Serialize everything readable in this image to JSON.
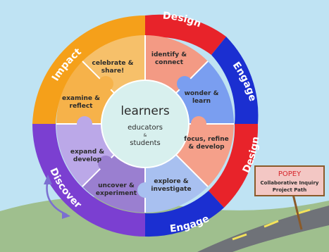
{
  "center": {
    "title": "learners",
    "line1": "educators",
    "amp": "&",
    "line2": "students"
  },
  "ring_labels": [
    {
      "id": "design_top",
      "text": "Design",
      "color": "#e8232a"
    },
    {
      "id": "engage_right",
      "text": "Engage",
      "color": "#1b2fd1"
    },
    {
      "id": "design_right",
      "text": "Design",
      "color": "#e8232a"
    },
    {
      "id": "engage_bottom",
      "text": "Engage",
      "color": "#1b2fd1"
    },
    {
      "id": "discover",
      "text": "Discover",
      "color": "#7b3fd1"
    },
    {
      "id": "impact",
      "text": "Impact",
      "color": "#f5a01a"
    }
  ],
  "segments": [
    {
      "id": "identify",
      "line1": "identify &",
      "line2": "connect",
      "color": "#f39a84"
    },
    {
      "id": "wonder",
      "line1": "wonder &",
      "line2": "learn",
      "color": "#7a9ef0"
    },
    {
      "id": "focus",
      "line1": "focus, refine",
      "line2": "& develop",
      "color": "#f5a08a"
    },
    {
      "id": "explore",
      "line1": "explore &",
      "line2": "investigate",
      "color": "#a8c0f0"
    },
    {
      "id": "uncover",
      "line1": "uncover &",
      "line2": "experiment",
      "color": "#9a7fd0"
    },
    {
      "id": "expand",
      "line1": "expand &",
      "line2": "develop",
      "color": "#bba8e8"
    },
    {
      "id": "examine",
      "line1": "examine &",
      "line2": "reflect",
      "color": "#f6b24a"
    },
    {
      "id": "celebrate",
      "line1": "celebrate &",
      "line2": "share!",
      "color": "#f6c06a"
    }
  ],
  "sign": {
    "title": "POPEY",
    "line1": "Collaborative Inquiry",
    "line2": "Project Path"
  }
}
